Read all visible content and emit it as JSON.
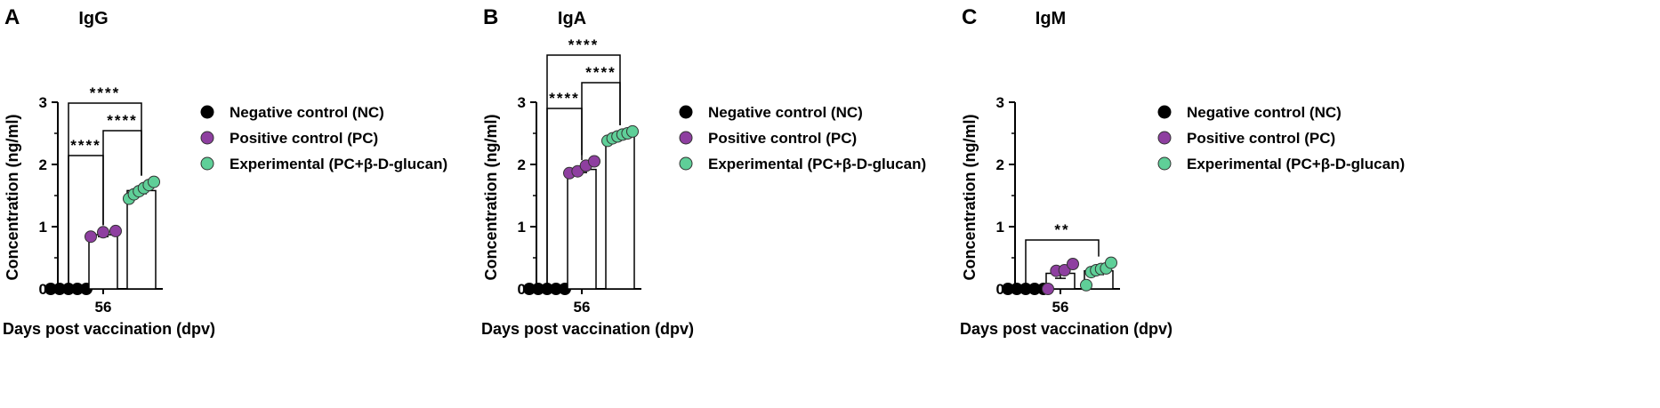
{
  "legend": [
    {
      "label": "Negative control (NC)",
      "color": "#000000"
    },
    {
      "label": "Positive control (PC)",
      "color": "#8e3fa0"
    },
    {
      "label": "Experimental (PC+β-D-glucan)",
      "color": "#5fcf98"
    }
  ],
  "chart_data": [
    {
      "type": "bar",
      "panel": "A",
      "title": "IgG",
      "ylabel": "Concentration (ng/ml)",
      "xlabel": "Days post vaccination (dpv)",
      "x_tick": "56",
      "ylim": [
        0,
        3
      ],
      "yticks": [
        "0",
        "1",
        "2",
        "3"
      ],
      "groups": [
        {
          "name": "Negative control (NC)",
          "mean": 0,
          "sem": 0,
          "points": [
            0,
            0,
            0,
            0,
            0
          ]
        },
        {
          "name": "Positive control (PC)",
          "mean": 0.87,
          "sem": 0.03,
          "points": [
            0.84,
            0.91,
            0.93
          ]
        },
        {
          "name": "Experimental (PC+β-D-glucan)",
          "mean": 1.58,
          "sem": 0.05,
          "points": [
            1.45,
            1.52,
            1.57,
            1.62,
            1.67,
            1.72
          ]
        }
      ],
      "significance": [
        {
          "from": 0,
          "to": 1,
          "label": "****"
        },
        {
          "from": 1,
          "to": 2,
          "label": "****"
        },
        {
          "from": 0,
          "to": 2,
          "label": "****"
        }
      ]
    },
    {
      "type": "bar",
      "panel": "B",
      "title": "IgA",
      "ylabel": "Concentration (ng/ml)",
      "xlabel": "Days post vaccination (dpv)",
      "x_tick": "56",
      "ylim": [
        0,
        3
      ],
      "yticks": [
        "0",
        "1",
        "2",
        "3"
      ],
      "groups": [
        {
          "name": "Negative control (NC)",
          "mean": 0,
          "sem": 0,
          "points": [
            0,
            0,
            0,
            0,
            0
          ]
        },
        {
          "name": "Positive control (PC)",
          "mean": 1.92,
          "sem": 0.05,
          "points": [
            1.86,
            1.89,
            1.98,
            2.05
          ]
        },
        {
          "name": "Experimental (PC+β-D-glucan)",
          "mean": 2.45,
          "sem": 0.03,
          "points": [
            2.38,
            2.42,
            2.45,
            2.48,
            2.5,
            2.53
          ]
        }
      ],
      "significance": [
        {
          "from": 0,
          "to": 1,
          "label": "****"
        },
        {
          "from": 1,
          "to": 2,
          "label": "****"
        },
        {
          "from": 0,
          "to": 2,
          "label": "****"
        }
      ]
    },
    {
      "type": "bar",
      "panel": "C",
      "title": "IgM",
      "ylabel": "Concentration (ng/ml)",
      "xlabel": "Days post vaccination (dpv)",
      "x_tick": "56",
      "ylim": [
        0,
        3
      ],
      "yticks": [
        "0",
        "1",
        "2",
        "3"
      ],
      "groups": [
        {
          "name": "Negative control (NC)",
          "mean": 0,
          "sem": 0,
          "points": [
            0,
            0,
            0,
            0,
            0
          ]
        },
        {
          "name": "Positive control (PC)",
          "mean": 0.25,
          "sem": 0.08,
          "points": [
            0.0,
            0.29,
            0.3,
            0.4
          ]
        },
        {
          "name": "Experimental (PC+β-D-glucan)",
          "mean": 0.29,
          "sem": 0.06,
          "points": [
            0.06,
            0.27,
            0.3,
            0.32,
            0.33,
            0.42
          ]
        }
      ],
      "significance": [
        {
          "from": 0,
          "to": 2,
          "label": "**"
        }
      ]
    }
  ]
}
